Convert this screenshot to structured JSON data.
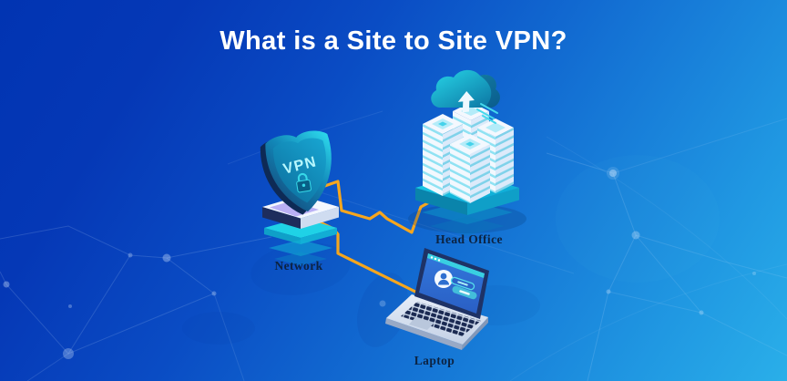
{
  "title": "What is a Site to Site VPN?",
  "shield_badge": "VPN",
  "nodes": {
    "network": {
      "label": "Network",
      "icon": "vpn-shield"
    },
    "head_office": {
      "label": "Head Office",
      "icon": "server-building-with-cloud"
    },
    "laptop": {
      "label": "Laptop",
      "icon": "laptop-login-screen"
    }
  },
  "connections": [
    {
      "from": "Network",
      "to": "Head Office",
      "style": "zigzag",
      "color": "#F6A61D"
    },
    {
      "from": "Network",
      "to": "Laptop",
      "style": "elbow",
      "color": "#F6A61D"
    }
  ],
  "colors": {
    "background_top_left": "#0134B2",
    "background_bottom_right": "#2AAFE9",
    "connector": "#F6A61D",
    "title_text": "#FFFFFF",
    "label_text": "#0C2342",
    "shield_rim_bright": "#2FE0F1",
    "shield_rim_dark": "#143A6B",
    "shield_face": "#1195C5",
    "platform_white": "#F3F7FE",
    "platform_lavender": "#AB9EF2",
    "platform_cyan": "#1FD2E6",
    "building_stripe": "#8FE2F3",
    "laptop_screen": "#2F71D4",
    "laptop_keys": "#1B2A52"
  }
}
